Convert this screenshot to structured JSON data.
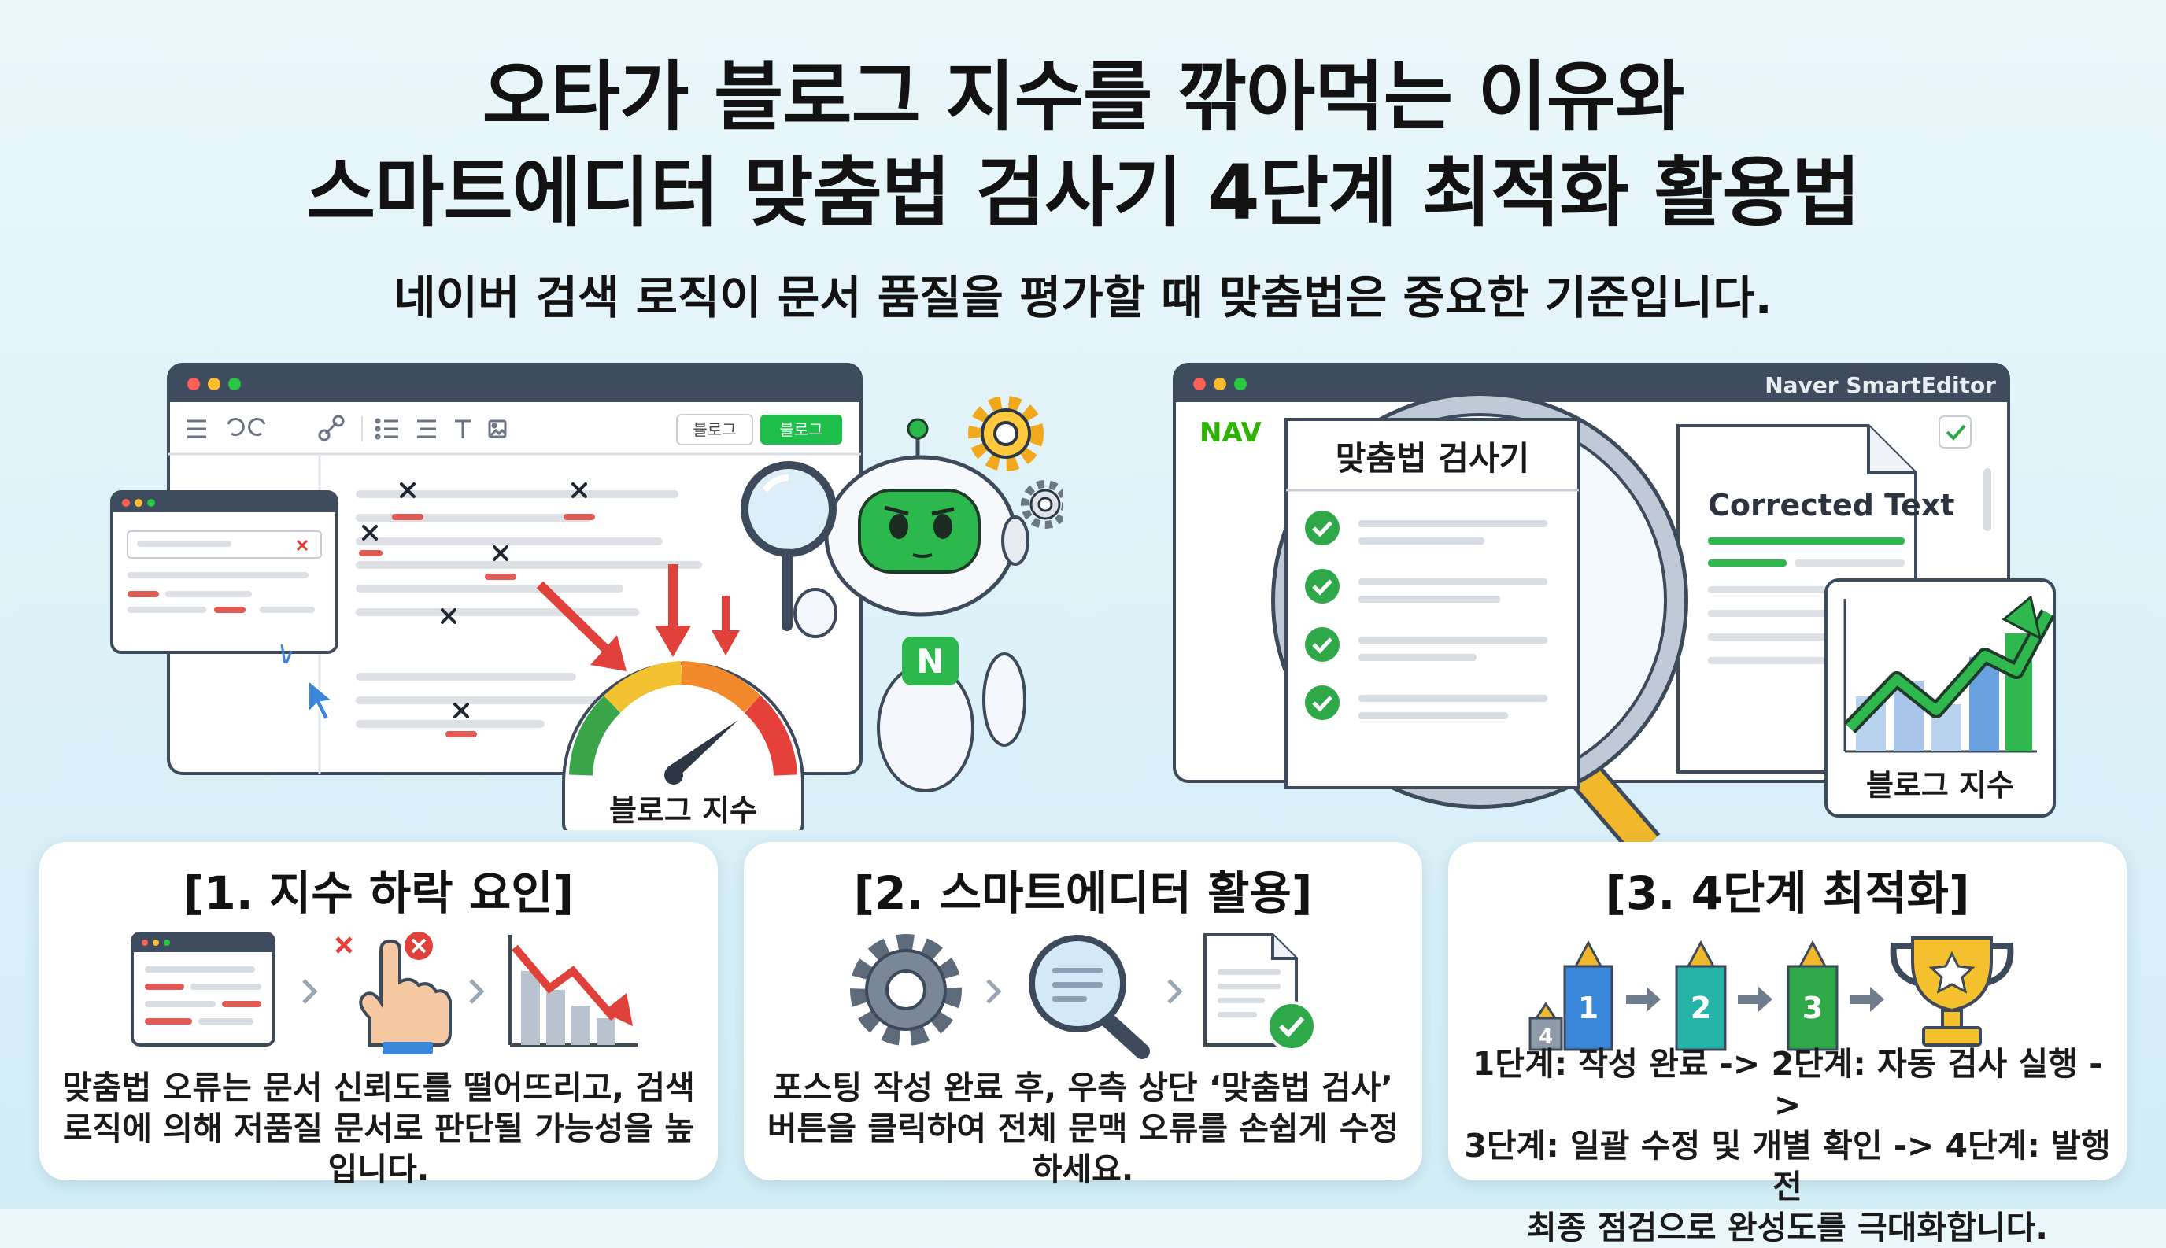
{
  "title": {
    "line1": "오타가 블로그 지수를 깎아먹는 이유와",
    "line2": "스마트에디터 맞춤법 검사기 4단계 최적화 활용법"
  },
  "subtitle": "네이버 검색 로직이 문서 품질을 평가할 때 맞춤법은 중요한 기준입니다.",
  "left_illustration": {
    "toolbar_buttons": [
      "블로그",
      "블로그"
    ],
    "gauge_label": "블로그 지수",
    "robot_badge": "N"
  },
  "right_illustration": {
    "window_title": "Naver SmartEditor",
    "brand_partial": "NAV",
    "checker_title": "맞춤법 검사기",
    "document_title": "Corrected Text",
    "chart_label": "블로그 지수"
  },
  "cards": [
    {
      "title": "[1. 지수 하락 요인]",
      "text_line1": "맞춤법 오류는 문서 신뢰도를 떨어뜨리고, 검색",
      "text_line2": "로직에 의해 저품질 문서로 판단될 가능성을 높입니다.",
      "text_line3": ""
    },
    {
      "title": "[2. 스마트에디터 활용]",
      "text_line1": "포스팅 작성 완료 후, 우측 상단 ‘맞춤법 검사’",
      "text_line2": "버튼을 클릭하여 전체 문맥 오류를 손쉽게 수정하세요.",
      "text_line3": ""
    },
    {
      "title": "[3. 4단계 최적화]",
      "text_line1": "1단계: 작성 완료 -> 2단계: 자동 검사 실행 ->",
      "text_line2": "3단계: 일괄 수정 및 개별 확인 -> 4단계: 발행 전",
      "text_line3": "최종 점검으로 완성도를 극대화합니다.",
      "steps": [
        "1",
        "2",
        "3",
        "4"
      ]
    }
  ],
  "colors": {
    "naver_green": "#2db400",
    "error_red": "#e0413a",
    "accent_blue": "#3a86d8",
    "gold": "#f0b82a",
    "check_green": "#2fa84a"
  }
}
